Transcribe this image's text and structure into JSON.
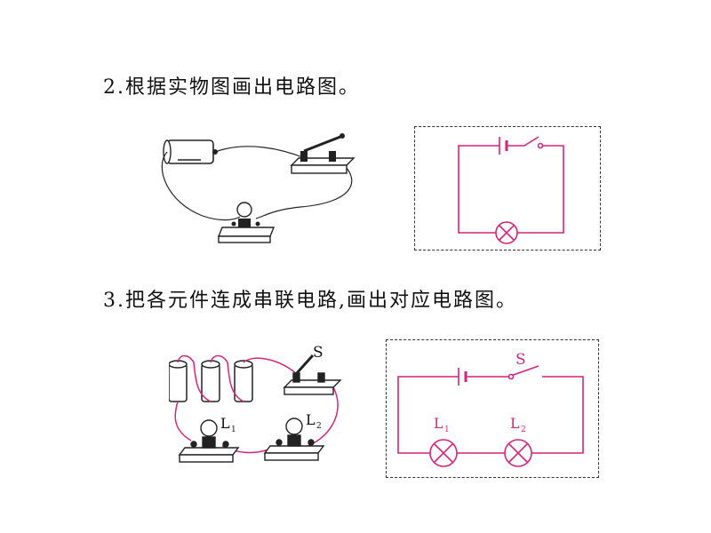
{
  "question2": {
    "title": "2.根据实物图画出电路图。"
  },
  "question3": {
    "title": "3.把各元件连成串联电路,画出对应电路图。",
    "labels": {
      "switch": "S",
      "lamp1": "L",
      "lamp1_sub": "1",
      "lamp2": "L",
      "lamp2_sub": "2"
    }
  },
  "colors": {
    "wire_answer": "#d6247a",
    "wire_drawing": "#222222",
    "box_background": "#ffffff"
  }
}
